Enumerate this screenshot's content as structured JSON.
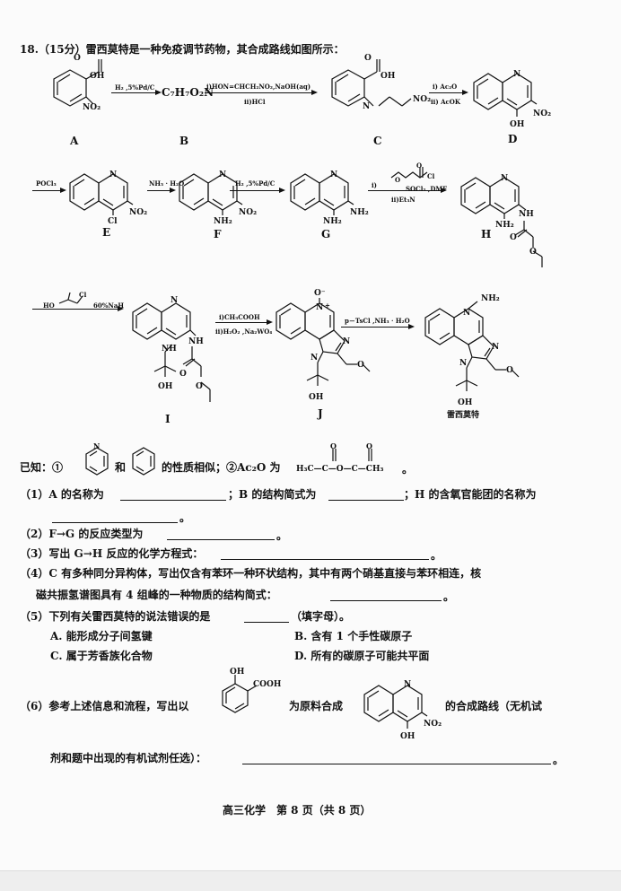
{
  "question": {
    "header": "18.（15分）雷西莫特是一种免疫调节药物，其合成路线如图所示：",
    "compounds": {
      "A_label": "A",
      "B_label": "B",
      "C_label": "C",
      "D_label": "D",
      "E_label": "E",
      "F_label": "F",
      "G_label": "G",
      "H_label": "H",
      "I_label": "I",
      "J_label": "J",
      "final_label": "雷西莫特",
      "B_formula": "C₇H₇O₂N"
    },
    "atoms": {
      "OH": "OH",
      "O": "O",
      "NO2": "NO₂",
      "N": "N",
      "Cl": "Cl",
      "NH2": "NH₂",
      "NH": "NH",
      "HO": "HO",
      "O_minus": "O⁻",
      "plus": "+",
      "NH2_sup": "NH₂",
      "OH2": "OH"
    },
    "reagents": {
      "r1": "H₂ ,5%Pd/C",
      "r2a": "i)HON=CHCH₂NO₂,NaOH(aq)",
      "r2b": "ii)HCl",
      "r3a": "i) Ac₂O",
      "r3b": "ii) AcOK",
      "r4": "POCl₃",
      "r5": "NH₃ · H₂O",
      "r6": "H₂ ,5%Pd/C",
      "r7a": "i)",
      "r7b": "SOCl₂ ,DMF",
      "r7c": "ii)Et₃N",
      "r8": "60%NaH",
      "r9a": "i)CH₃COOH",
      "r9b": "ii)H₂O₂ ,Na₂WO₄",
      "r10": "p－TsCl ,NH₃ · H₂O"
    },
    "known": {
      "prefix": "已知：①",
      "and": "和",
      "text1": "的性质相似；②Ac₂O 为",
      "ac2o_left": "H₃C—C—O—C—CH₃",
      "o1": "O",
      "o2": "O",
      "period": "。"
    },
    "q1_a": "（1）A 的名称为",
    "q1_b": "；B 的结构简式为",
    "q1_c": "；H 的含氧官能团的名称为",
    "q1_end": "。",
    "q2": "（2）F→G 的反应类型为",
    "q2_end": "。",
    "q3": "（3）写出 G→H 反应的化学方程式：",
    "q3_end": "。",
    "q4_line1": "（4）C 有多种同分异构体，写出仅含有苯环一种环状结构，其中有两个硝基直接与苯环相连，核",
    "q4_line2": "磁共振氢谱图具有 4 组峰的一种物质的结构简式：",
    "q4_end": "。",
    "q5": "（5）下列有关雷西莫特的说法错误的是",
    "q5_after": "（填字母）。",
    "options": {
      "A": "A. 能形成分子间氢键",
      "B": "B. 含有 1 个手性碳原子",
      "C": "C. 属于芳香族化合物",
      "D": "D. 所有的碳原子可能共平面"
    },
    "q6_a": "（6）参考上述信息和流程，写出以",
    "q6_b": "为原料合成",
    "q6_c": "的合成路线（无机试",
    "q6_line2": "剂和题中出现的有机试剂任选）：",
    "q6_end": "。",
    "q6_atoms": {
      "OH": "OH",
      "COOH": "COOH",
      "N": "N",
      "NO2": "NO₂",
      "OH_b": "OH"
    }
  },
  "footer": "高三化学　第 8 页（共 8 页）"
}
